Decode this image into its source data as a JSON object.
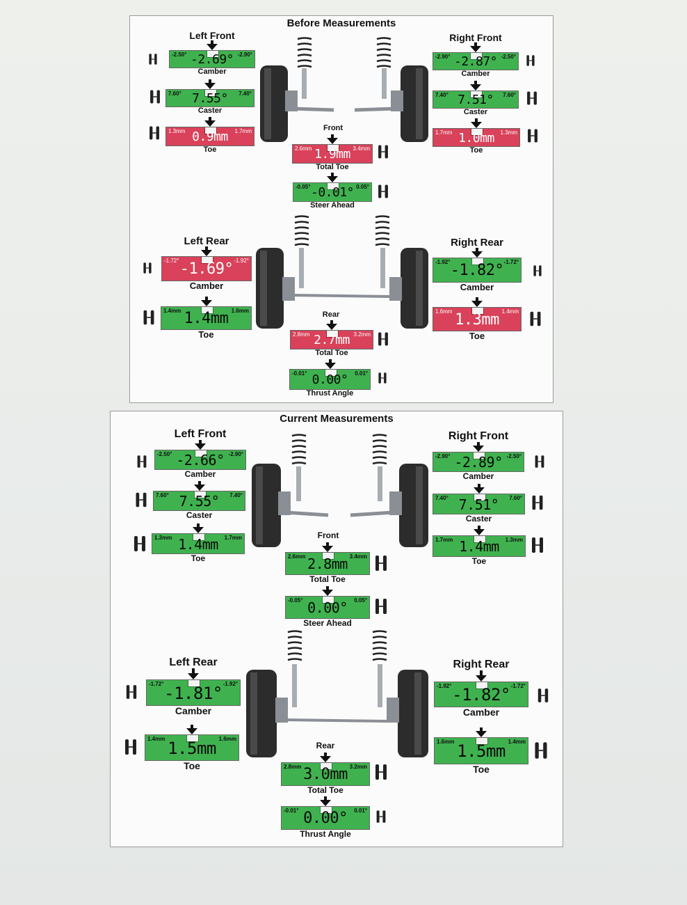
{
  "before": {
    "title": "Before Measurements",
    "front_label": "Front",
    "rear_label": "Rear",
    "left_front": {
      "title": "Left Front",
      "camber": {
        "min": "-2.50°",
        "max": "-2.90°",
        "value": "-2.69°",
        "name": "Camber",
        "status": "ok"
      },
      "caster": {
        "min": "7.60°",
        "max": "7.40°",
        "value": "7.55°",
        "name": "Caster",
        "status": "ok"
      },
      "toe": {
        "min": "1.3mm",
        "max": "1.7mm",
        "value": "0.9mm",
        "name": "Toe",
        "status": "bad"
      }
    },
    "right_front": {
      "title": "Right Front",
      "camber": {
        "min": "-2.90°",
        "max": "-2.50°",
        "value": "-2.87°",
        "name": "Camber",
        "status": "ok"
      },
      "caster": {
        "min": "7.40°",
        "max": "7.60°",
        "value": "7.51°",
        "name": "Caster",
        "status": "ok"
      },
      "toe": {
        "min": "1.7mm",
        "max": "1.3mm",
        "value": "1.0mm",
        "name": "Toe",
        "status": "bad"
      }
    },
    "total_toe_front": {
      "min": "2.6mm",
      "max": "3.4mm",
      "value": "1.9mm",
      "name": "Total Toe",
      "status": "bad"
    },
    "steer_ahead": {
      "min": "-0.05°",
      "max": "0.05°",
      "value": "-0.01°",
      "name": "Steer Ahead",
      "status": "ok"
    },
    "left_rear": {
      "title": "Left Rear",
      "camber": {
        "min": "-1.72°",
        "max": "-1.92°",
        "value": "-1.69°",
        "name": "Camber",
        "status": "bad"
      },
      "toe": {
        "min": "1.4mm",
        "max": "1.6mm",
        "value": "1.4mm",
        "name": "Toe",
        "status": "ok"
      }
    },
    "right_rear": {
      "title": "Right Rear",
      "camber": {
        "min": "-1.92°",
        "max": "-1.72°",
        "value": "-1.82°",
        "name": "Camber",
        "status": "ok"
      },
      "toe": {
        "min": "1.6mm",
        "max": "1.4mm",
        "value": "1.3mm",
        "name": "Toe",
        "status": "bad"
      }
    },
    "total_toe_rear": {
      "min": "2.8mm",
      "max": "3.2mm",
      "value": "2.7mm",
      "name": "Total Toe",
      "status": "bad"
    },
    "thrust_angle": {
      "min": "-0.01°",
      "max": "0.01°",
      "value": "0.00°",
      "name": "Thrust Angle",
      "status": "ok"
    }
  },
  "current": {
    "title": "Current Measurements",
    "front_label": "Front",
    "rear_label": "Rear",
    "left_front": {
      "title": "Left Front",
      "camber": {
        "min": "-2.50°",
        "max": "-2.90°",
        "value": "-2.66°",
        "name": "Camber",
        "status": "ok"
      },
      "caster": {
        "min": "7.60°",
        "max": "7.40°",
        "value": "7.55°",
        "name": "Caster",
        "status": "ok"
      },
      "toe": {
        "min": "1.3mm",
        "max": "1.7mm",
        "value": "1.4mm",
        "name": "Toe",
        "status": "ok"
      }
    },
    "right_front": {
      "title": "Right Front",
      "camber": {
        "min": "-2.90°",
        "max": "-2.50°",
        "value": "-2.89°",
        "name": "Camber",
        "status": "ok"
      },
      "caster": {
        "min": "7.40°",
        "max": "7.60°",
        "value": "7.51°",
        "name": "Caster",
        "status": "ok"
      },
      "toe": {
        "min": "1.7mm",
        "max": "1.3mm",
        "value": "1.4mm",
        "name": "Toe",
        "status": "ok"
      }
    },
    "total_toe_front": {
      "min": "2.6mm",
      "max": "3.4mm",
      "value": "2.8mm",
      "name": "Total Toe",
      "status": "ok"
    },
    "steer_ahead": {
      "min": "-0.05°",
      "max": "0.05°",
      "value": "0.00°",
      "name": "Steer Ahead",
      "status": "ok"
    },
    "left_rear": {
      "title": "Left Rear",
      "camber": {
        "min": "-1.72°",
        "max": "-1.92°",
        "value": "-1.81°",
        "name": "Camber",
        "status": "ok"
      },
      "toe": {
        "min": "1.4mm",
        "max": "1.6mm",
        "value": "1.5mm",
        "name": "Toe",
        "status": "ok"
      }
    },
    "right_rear": {
      "title": "Right Rear",
      "camber": {
        "min": "-1.92°",
        "max": "-1.72°",
        "value": "-1.82°",
        "name": "Camber",
        "status": "ok"
      },
      "toe": {
        "min": "1.6mm",
        "max": "1.4mm",
        "value": "1.5mm",
        "name": "Toe",
        "status": "ok"
      }
    },
    "total_toe_rear": {
      "min": "2.8mm",
      "max": "3.2mm",
      "value": "3.0mm",
      "name": "Total Toe",
      "status": "ok"
    },
    "thrust_angle": {
      "min": "-0.01°",
      "max": "0.01°",
      "value": "0.00°",
      "name": "Thrust Angle",
      "status": "ok"
    }
  }
}
